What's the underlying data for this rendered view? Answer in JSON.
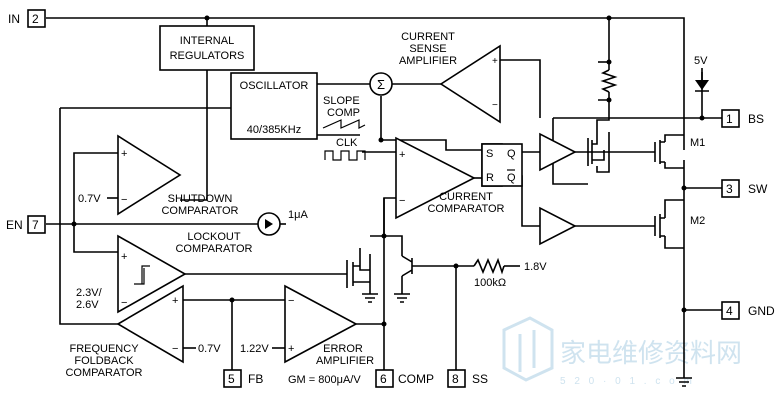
{
  "pins": {
    "in": {
      "name": "IN",
      "num": "2"
    },
    "en": {
      "name": "EN",
      "num": "7"
    },
    "bs": {
      "name": "BS",
      "num": "1"
    },
    "sw": {
      "name": "SW",
      "num": "3"
    },
    "gnd": {
      "name": "GND",
      "num": "4"
    },
    "fb": {
      "name": "FB",
      "num": "5"
    },
    "comp": {
      "name": "COMP",
      "num": "6"
    },
    "ss": {
      "name": "SS",
      "num": "8"
    }
  },
  "blocks": {
    "internal_regulators": [
      "INTERNAL",
      "REGULATORS"
    ],
    "oscillator": {
      "name": "OSCILLATOR",
      "freq": "40/385KHz"
    },
    "slope_comp": [
      "SLOPE",
      "COMP"
    ],
    "clk": "CLK",
    "sum": "Σ",
    "current_sense_amp": [
      "CURRENT",
      "SENSE",
      "AMPLIFIER"
    ],
    "shutdown_comp": [
      "SHUTDOWN",
      "COMPARATOR"
    ],
    "lockout_comp": [
      "LOCKOUT",
      "COMPARATOR"
    ],
    "current_comp": [
      "CURRENT",
      "COMPARATOR"
    ],
    "freq_foldback_comp": [
      "FREQUENCY",
      "FOLDBACK",
      "COMPARATOR"
    ],
    "error_amp": [
      "ERROR",
      "AMPLIFIER"
    ],
    "latch": {
      "s": "S",
      "r": "R",
      "q": "Q",
      "qbar": "Q"
    }
  },
  "labels": {
    "v5": "5V",
    "m1": "M1",
    "m2": "M2",
    "v07_shutdown": "0.7V",
    "v07_foldback": "0.7V",
    "v122": "1.22V",
    "v18": "1.8V",
    "r100k": "100kΩ",
    "i1ua": "1μA",
    "lockout_ref": [
      "2.3V/",
      "2.6V"
    ],
    "gm": "GM = 800μA/V"
  },
  "watermark": {
    "text": "家电维修资料网",
    "url": "5 2 0 · 0 1 . c o m"
  }
}
